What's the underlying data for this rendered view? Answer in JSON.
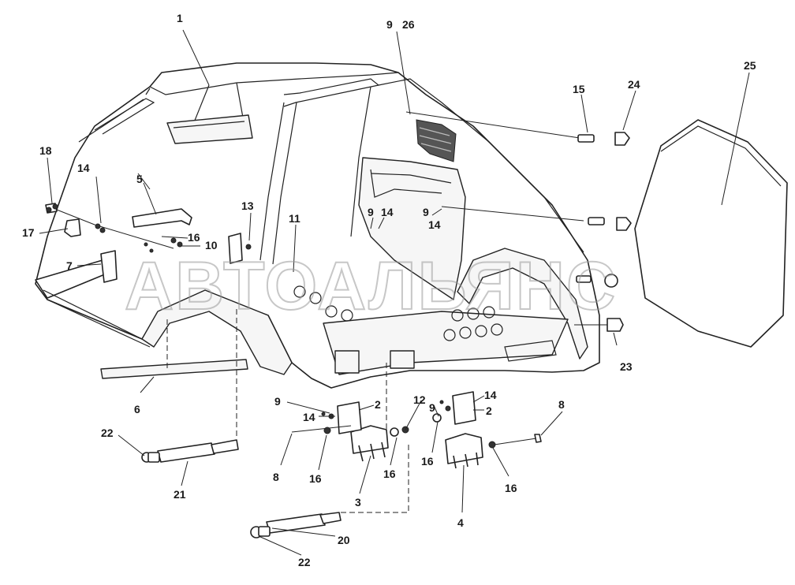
{
  "watermark": "АВТОАЛЬЯНС",
  "callouts": [
    {
      "id": "c1",
      "text": "1"
    },
    {
      "id": "c9a",
      "text": "9"
    },
    {
      "id": "c26",
      "text": "26"
    },
    {
      "id": "c25",
      "text": "25"
    },
    {
      "id": "c15",
      "text": "15"
    },
    {
      "id": "c24",
      "text": "24"
    },
    {
      "id": "c18",
      "text": "18"
    },
    {
      "id": "c14a",
      "text": "14"
    },
    {
      "id": "c5",
      "text": "5"
    },
    {
      "id": "c17",
      "text": "17"
    },
    {
      "id": "c16a",
      "text": "16"
    },
    {
      "id": "c10",
      "text": "10"
    },
    {
      "id": "c13",
      "text": "13"
    },
    {
      "id": "c11",
      "text": "11"
    },
    {
      "id": "c7",
      "text": "7"
    },
    {
      "id": "c9b",
      "text": "9"
    },
    {
      "id": "c14b",
      "text": "14"
    },
    {
      "id": "c9c",
      "text": "9"
    },
    {
      "id": "c14c",
      "text": "14"
    },
    {
      "id": "c23",
      "text": "23"
    },
    {
      "id": "c6",
      "text": "6"
    },
    {
      "id": "c9d",
      "text": "9"
    },
    {
      "id": "c14d",
      "text": "14"
    },
    {
      "id": "c2a",
      "text": "2"
    },
    {
      "id": "c12",
      "text": "12"
    },
    {
      "id": "c9e",
      "text": "9"
    },
    {
      "id": "c14e",
      "text": "14"
    },
    {
      "id": "c2b",
      "text": "2"
    },
    {
      "id": "c8a",
      "text": "8"
    },
    {
      "id": "c22a",
      "text": "22"
    },
    {
      "id": "c8b",
      "text": "8"
    },
    {
      "id": "c16b",
      "text": "16"
    },
    {
      "id": "c16c",
      "text": "16"
    },
    {
      "id": "c16d",
      "text": "16"
    },
    {
      "id": "c16e",
      "text": "16"
    },
    {
      "id": "c21",
      "text": "21"
    },
    {
      "id": "c3",
      "text": "3"
    },
    {
      "id": "c4",
      "text": "4"
    },
    {
      "id": "c20",
      "text": "20"
    },
    {
      "id": "c22b",
      "text": "22"
    }
  ]
}
